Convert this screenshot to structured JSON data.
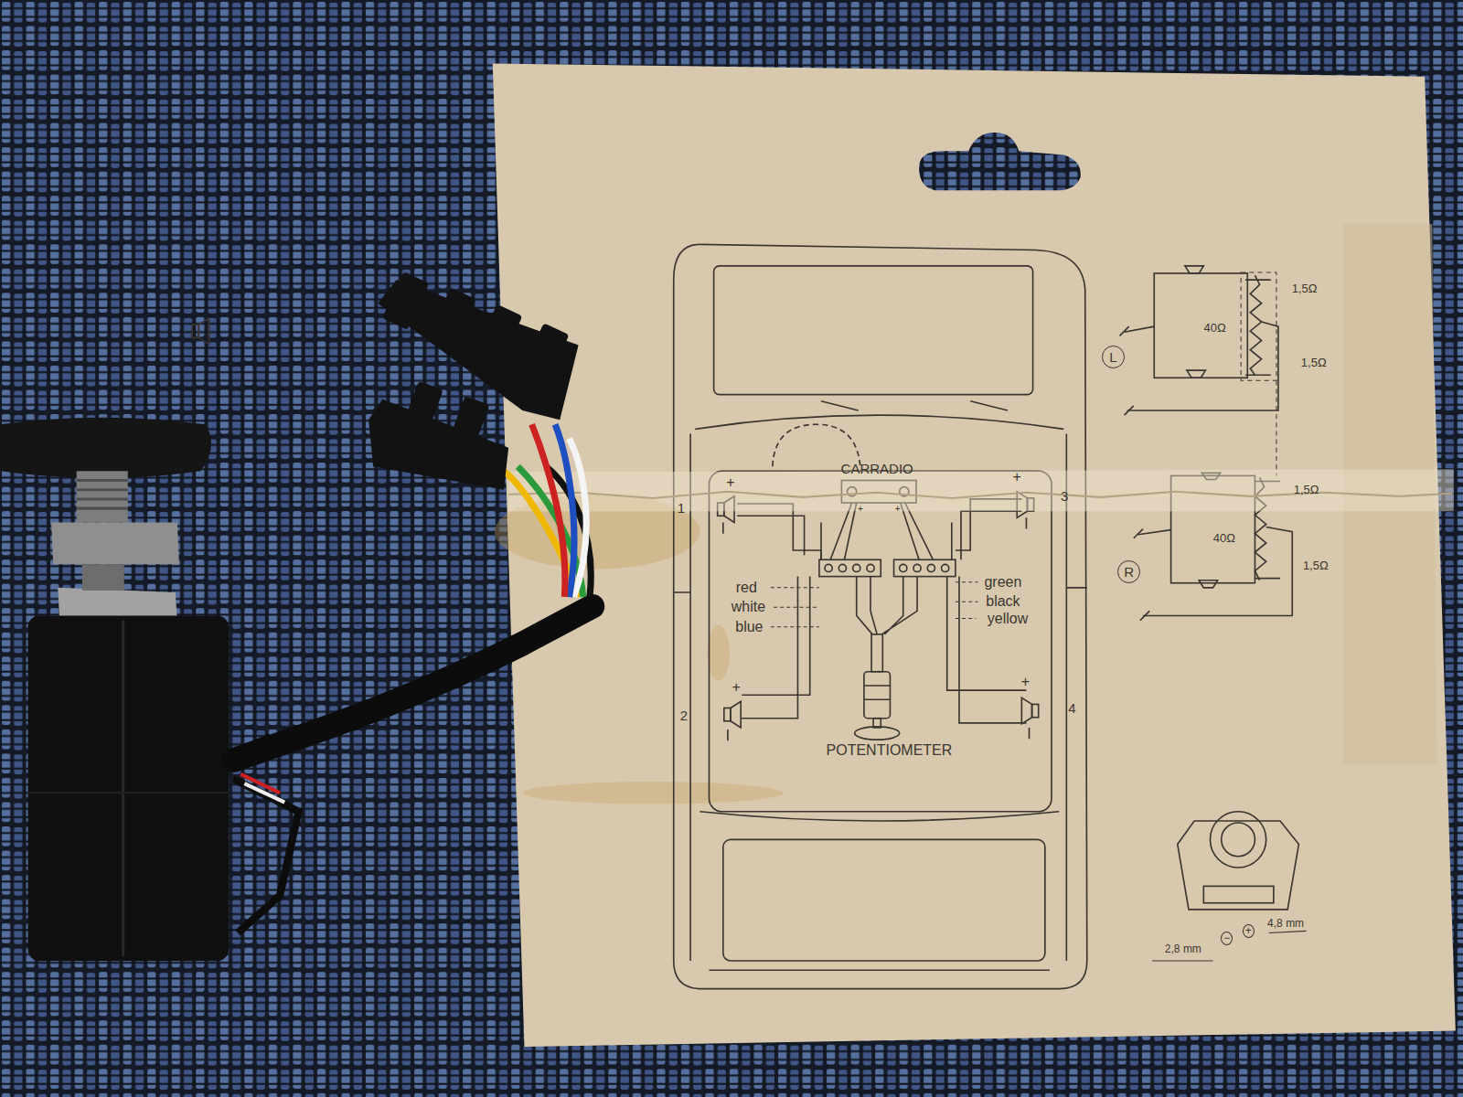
{
  "diagram": {
    "nodes": [
      {
        "text": [
          "L"
        ]
      },
      {
        "text": [
          "R"
        ]
      }
    ],
    "labels": [
      "CARRADIO",
      "+",
      "+",
      "1,5Ω",
      "40Ω",
      "1,5Ω",
      "+",
      "+",
      "1",
      "3",
      "1,5Ω",
      "40Ω",
      "1,5Ω",
      "red",
      "green",
      "white",
      "black",
      "blue",
      "yellow",
      "+",
      "+",
      "2",
      "4",
      "POTENTIOMETER",
      "4,8 mm",
      "2,8 mm",
      "−",
      "+"
    ]
  }
}
